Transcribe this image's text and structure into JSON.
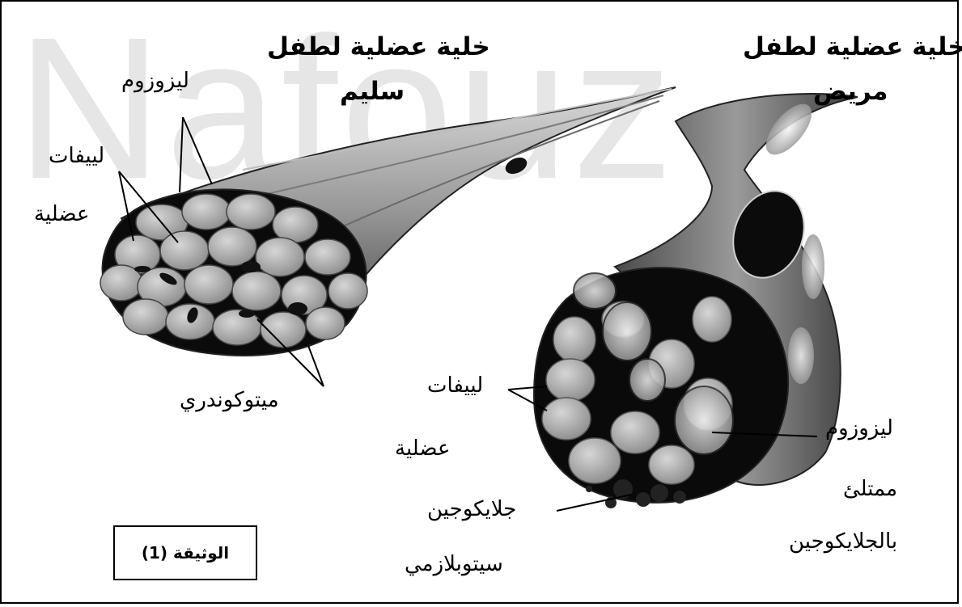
{
  "watermark": "Nafouz",
  "healthy_cell": {
    "title_line1": "خلية عضلية لطفل",
    "title_line2": "سليم",
    "label_lysosome": "ليزوزوم",
    "label_fibrils_line1": "لييفات",
    "label_fibrils_line2": "عضلية",
    "label_mitochondria": "ميتوكوندري"
  },
  "sick_cell": {
    "title_line1": "خلية عضلية لطفل",
    "title_line2": "مريض",
    "label_fibrils_line1": "لييفات",
    "label_fibrils_line2": "عضلية",
    "label_lysosome_line1": "ليزوزوم",
    "label_lysosome_line2": "ممتلئ",
    "label_lysosome_line3": "بالجلايكوجين",
    "label_glycogen_line1": "جلايكوجين",
    "label_glycogen_line2": "سيتوبلازمي"
  },
  "document_label": "الوثيقة (1)",
  "colors": {
    "fiber_light": "#c8c8c8",
    "fiber_mid": "#8a8a8a",
    "fiber_dark": "#3a3a3a",
    "cross_section_bg": "#0a0a0a",
    "watermark": "#e6e6e6"
  }
}
